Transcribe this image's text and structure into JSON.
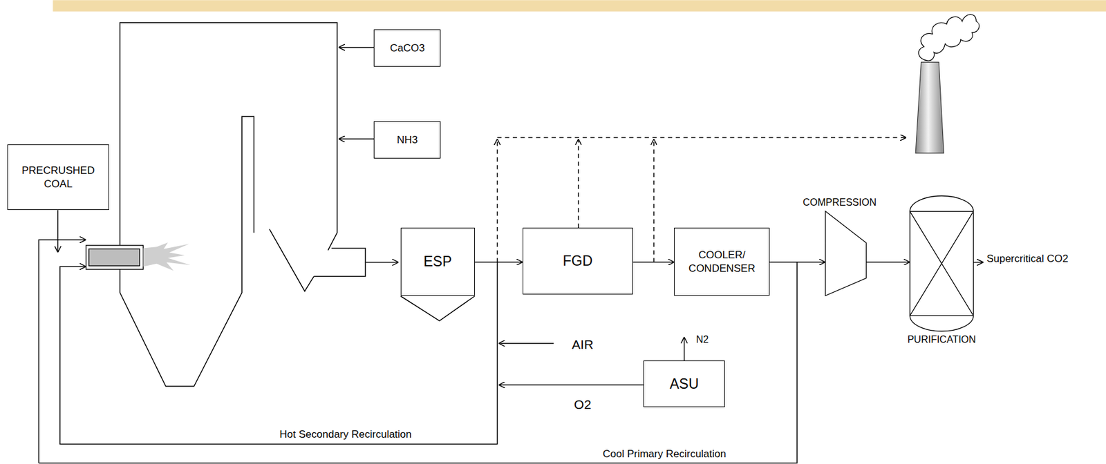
{
  "diagram": {
    "nodes": [
      {
        "text": [
          "PRECRUSHED COAL"
        ]
      },
      {
        "text": [
          "CaCO3"
        ]
      },
      {
        "text": [
          "NH3"
        ]
      },
      {
        "text": [
          "ESP"
        ]
      },
      {
        "text": [
          "FGD"
        ]
      },
      {
        "text": [
          "COOLER/ CONDENSER"
        ]
      },
      {
        "text": [
          "COMPRESSION"
        ]
      },
      {
        "text": [
          "PURIFICATION"
        ]
      },
      {
        "text": [
          "ASU"
        ]
      }
    ],
    "edges": [
      {
        "from": 3,
        "to": 4,
        "arrow": "to"
      },
      {
        "from": 4,
        "to": 5,
        "arrow": "to"
      },
      {
        "from": 5,
        "to": 6,
        "arrow": "to"
      },
      {
        "from": 6,
        "to": 7,
        "arrow": "to"
      }
    ],
    "labels": [
      "AIR",
      "O2",
      "N2",
      "Hot Secondary Recirculation",
      "Cool Primary Recirculation",
      "Supercritical CO2"
    ]
  }
}
